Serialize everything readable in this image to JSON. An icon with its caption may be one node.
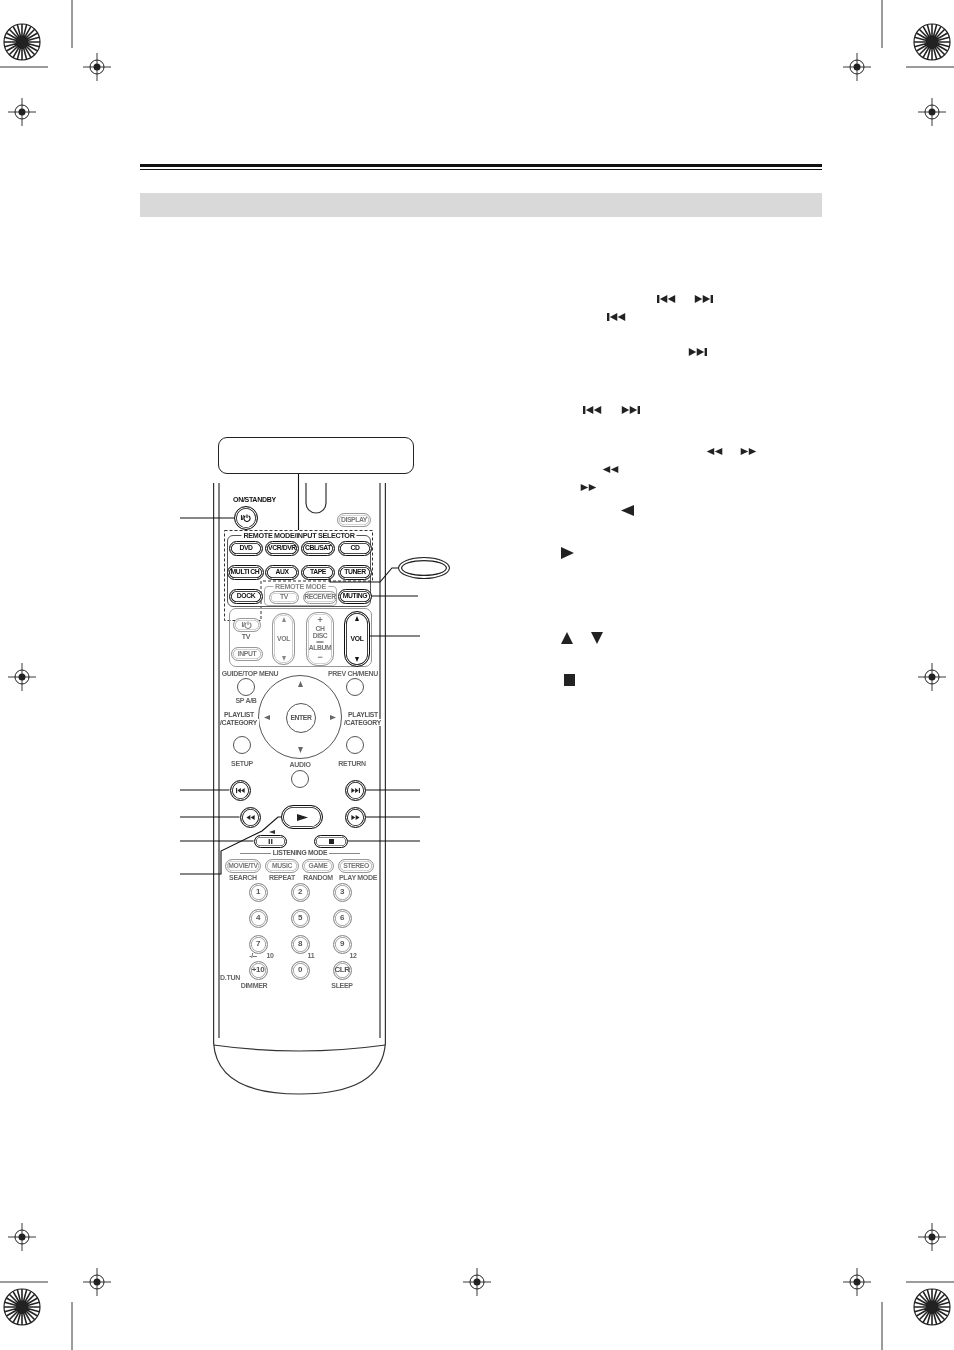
{
  "diagram": {
    "nodes": [
      {
        "text": [],
        "shape": "box"
      },
      {
        "text": [],
        "shape": "oval"
      },
      {
        "text": [],
        "shape": "box"
      },
      {
        "text": [
          "I/"
        ],
        "beside": [
          "ON/STANDBY"
        ],
        "in": 2
      },
      {
        "text": [
          "DISPLAY"
        ],
        "in": 2
      },
      {
        "text": [],
        "shape": "box",
        "in": 2
      },
      {
        "text": [
          "REMOTE MODE/INPUT SELECTOR"
        ],
        "in": 5
      },
      {
        "text": [
          "DVD"
        ],
        "in": 6
      },
      {
        "text": [
          "VCR/DVR"
        ],
        "in": 6
      },
      {
        "text": [
          "CBL/SAT"
        ],
        "in": 6
      },
      {
        "text": [
          "CD"
        ],
        "in": 6
      },
      {
        "text": [
          "MULTI CH"
        ],
        "in": 6
      },
      {
        "text": [
          "AUX"
        ],
        "in": 6
      },
      {
        "text": [
          "TAPE"
        ],
        "in": 6
      },
      {
        "text": [
          "TUNER"
        ],
        "in": 6
      },
      {
        "text": [
          "DOCK"
        ],
        "in": 6
      },
      {
        "text": [
          "REMOTE MODE"
        ],
        "in": 6
      },
      {
        "text": [
          "TV"
        ],
        "in": 16
      },
      {
        "text": [
          "RECEIVER"
        ],
        "in": 16
      },
      {
        "text": [
          "MUTING"
        ],
        "in": 6
      },
      {
        "text": [],
        "shape": "box",
        "in": 2
      },
      {
        "text": [
          "I/"
        ],
        "beside": [
          "TV"
        ],
        "in": 20
      },
      {
        "text": [
          "INPUT"
        ],
        "in": 20
      },
      {
        "text": [
          "VOL"
        ],
        "in": 20
      },
      {
        "text": [
          "+",
          "CH DISC",
          "ALBUM",
          "−"
        ],
        "in": 20
      },
      {
        "text": [
          "VOL"
        ],
        "in": 20
      },
      {
        "text": [],
        "shape": "circle",
        "beside": [
          "GUIDE/TOP MENU",
          "SP A/B"
        ],
        "in": 2
      },
      {
        "text": [],
        "shape": "circle",
        "beside": [
          "PREV CH/MENU"
        ],
        "in": 2
      },
      {
        "text": [],
        "shape": "circle",
        "in": 2
      },
      {
        "text": [
          "ENTER"
        ],
        "in": 28
      },
      {
        "text": [],
        "shape": "circle",
        "beside": [
          "SETUP"
        ],
        "in": 2
      },
      {
        "text": [],
        "shape": "circle",
        "beside": [
          "RETURN"
        ],
        "in": 2
      },
      {
        "text": [],
        "shape": "circle",
        "beside": [
          "AUDIO"
        ],
        "in": 2
      },
      {
        "text": [],
        "shape": "circle",
        "in": 2
      },
      {
        "text": [],
        "shape": "circle",
        "in": 2
      },
      {
        "text": [],
        "shape": "circle",
        "in": 2
      },
      {
        "text": [],
        "shape": "box",
        "in": 2
      },
      {
        "text": [],
        "shape": "circle",
        "in": 2
      },
      {
        "text": [],
        "shape": "box",
        "in": 2
      },
      {
        "text": [],
        "shape": "box",
        "in": 2
      },
      {
        "text": [
          "MOVIE/TV"
        ],
        "beside": [
          "SEARCH"
        ],
        "in": 2
      },
      {
        "text": [
          "MUSIC"
        ],
        "beside": [
          "REPEAT"
        ],
        "in": 2
      },
      {
        "text": [
          "GAME"
        ],
        "beside": [
          "RANDOM"
        ],
        "in": 2
      },
      {
        "text": [
          "STEREO"
        ],
        "beside": [
          "PLAY MODE"
        ],
        "in": 2
      },
      {
        "text": [
          "1"
        ],
        "in": 2
      },
      {
        "text": [
          "2"
        ],
        "in": 2
      },
      {
        "text": [
          "3"
        ],
        "in": 2
      },
      {
        "text": [
          "4"
        ],
        "in": 2
      },
      {
        "text": [
          "5"
        ],
        "in": 2
      },
      {
        "text": [
          "6"
        ],
        "in": 2
      },
      {
        "text": [
          "7"
        ],
        "in": 2
      },
      {
        "text": [
          "8"
        ],
        "in": 2
      },
      {
        "text": [
          "9"
        ],
        "in": 2
      },
      {
        "text": [
          "+10"
        ],
        "beside": [
          "-/--",
          "10",
          "D.TUN",
          "DIMMER"
        ],
        "in": 2
      },
      {
        "text": [
          "0"
        ],
        "beside": [
          "11"
        ],
        "in": 2
      },
      {
        "text": [
          "CLR"
        ],
        "beside": [
          "12",
          "SLEEP"
        ],
        "in": 2
      }
    ],
    "edges": [
      {
        "from": 0,
        "to": 5,
        "arrow": "none"
      },
      {
        "from": 1,
        "to": 13,
        "arrow": "none"
      },
      {
        "from": null,
        "to": 3,
        "arrow": "none"
      },
      {
        "from": null,
        "to": 19,
        "arrow": "none"
      },
      {
        "from": null,
        "to": 25,
        "arrow": "none"
      },
      {
        "from": null,
        "to": 33,
        "arrow": "none"
      },
      {
        "from": null,
        "to": 34,
        "arrow": "none"
      },
      {
        "from": null,
        "to": 35,
        "arrow": "none"
      },
      {
        "from": null,
        "to": 37,
        "arrow": "none"
      },
      {
        "from": null,
        "to": 38,
        "arrow": "none"
      },
      {
        "from": null,
        "to": 39,
        "arrow": "none"
      },
      {
        "from": null,
        "to": 36,
        "arrow": "none"
      }
    ],
    "labels": [
      "PLAYLIST /CATEGORY",
      "PLAYLIST /CATEGORY",
      "LISTENING MODE"
    ]
  }
}
